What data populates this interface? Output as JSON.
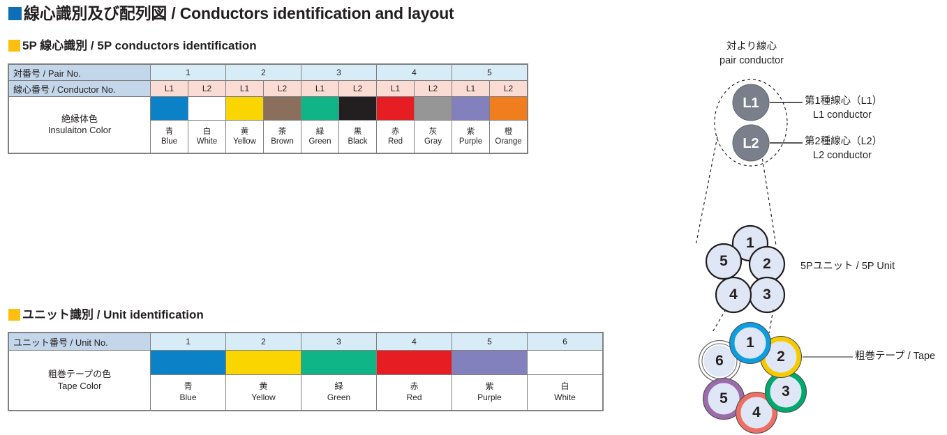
{
  "header": {
    "marker_color": "#0d6fb8",
    "title": "線心識別及び配列図 / Conductors identification and layout"
  },
  "section1": {
    "marker_color": "#fdc010",
    "title": "5P 線心識別 / 5P conductors identification",
    "table": {
      "row_labels": {
        "pair_no": "対番号 / Pair No.",
        "conductor_no": "線心番号 / Conductor No.",
        "insulation_color_jp": "絶縁体色",
        "insulation_color_en": "Insulaiton Color"
      },
      "pairs": [
        "1",
        "2",
        "3",
        "4",
        "5"
      ],
      "conductor_ids": [
        "L1",
        "L2",
        "L1",
        "L2",
        "L1",
        "L2",
        "L1",
        "L2",
        "L1",
        "L2"
      ],
      "conductors": [
        {
          "pair": "1",
          "id": "L1",
          "jp": "青",
          "en": "Blue",
          "hex": "#0b81c8"
        },
        {
          "pair": "1",
          "id": "L2",
          "jp": "白",
          "en": "White",
          "hex": "#ffffff"
        },
        {
          "pair": "2",
          "id": "L1",
          "jp": "黄",
          "en": "Yellow",
          "hex": "#fad500"
        },
        {
          "pair": "2",
          "id": "L2",
          "jp": "茶",
          "en": "Brown",
          "hex": "#8a6f5c"
        },
        {
          "pair": "3",
          "id": "L1",
          "jp": "緑",
          "en": "Green",
          "hex": "#0fb587"
        },
        {
          "pair": "3",
          "id": "L2",
          "jp": "黒",
          "en": "Black",
          "hex": "#231f20"
        },
        {
          "pair": "4",
          "id": "L1",
          "jp": "赤",
          "en": "Red",
          "hex": "#e61e24"
        },
        {
          "pair": "4",
          "id": "L2",
          "jp": "灰",
          "en": "Gray",
          "hex": "#969696"
        },
        {
          "pair": "5",
          "id": "L1",
          "jp": "紫",
          "en": "Purple",
          "hex": "#8281be"
        },
        {
          "pair": "5",
          "id": "L2",
          "jp": "橙",
          "en": "Orange",
          "hex": "#f07d1e"
        }
      ]
    }
  },
  "section2": {
    "marker_color": "#fdc010",
    "title": "ユニット識別 / Unit identification",
    "table": {
      "row_labels": {
        "unit_no": "ユニット番号 / Unit No.",
        "tape_color_jp": "粗巻テープの色",
        "tape_color_en": "Tape Color"
      },
      "units": [
        {
          "no": "1",
          "jp": "青",
          "en": "Blue",
          "hex": "#0b81c8"
        },
        {
          "no": "2",
          "jp": "黄",
          "en": "Yellow",
          "hex": "#fad500"
        },
        {
          "no": "3",
          "jp": "緑",
          "en": "Green",
          "hex": "#0fb587"
        },
        {
          "no": "4",
          "jp": "赤",
          "en": "Red",
          "hex": "#e61e24"
        },
        {
          "no": "5",
          "jp": "紫",
          "en": "Purple",
          "hex": "#8281be"
        },
        {
          "no": "6",
          "jp": "白",
          "en": "White",
          "hex": "#ffffff"
        }
      ]
    }
  },
  "diagram": {
    "pair_caption_jp": "対より線心",
    "pair_caption_en": "pair  conductor",
    "l1_label": "L1",
    "l2_label": "L2",
    "l1_callout_jp": "第1種線心（L1）",
    "l1_callout_en": "L1 conductor",
    "l2_callout_jp": "第2種線心（L2）",
    "l2_callout_en": "L2 conductor",
    "unit_callout": "5Pユニット / 5P Unit",
    "tape_callout": "粗巻テープ / Tape",
    "conductor_fill": "#7a7f8c",
    "unit_circle_fill": "#dfe6f5",
    "five_p_unit": {
      "numbers": [
        "1",
        "2",
        "3",
        "4",
        "5"
      ]
    },
    "unit_cluster": [
      {
        "no": "1",
        "ring": "#0b9ee0"
      },
      {
        "no": "2",
        "ring": "#f5cb00"
      },
      {
        "no": "3",
        "ring": "#00a96e"
      },
      {
        "no": "4",
        "ring": "#ee6f63"
      },
      {
        "no": "5",
        "ring": "#9c6bab"
      },
      {
        "no": "6",
        "ring": "#ffffff"
      }
    ]
  }
}
